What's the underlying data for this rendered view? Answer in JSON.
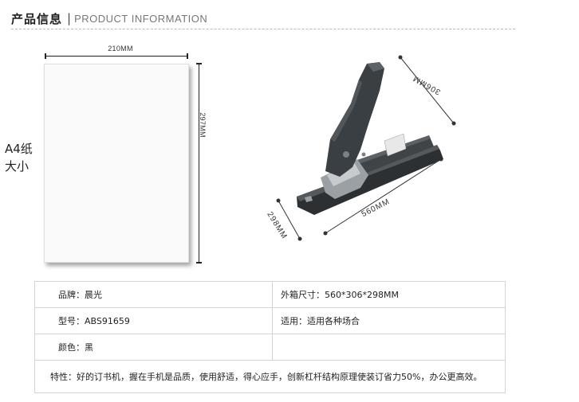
{
  "header": {
    "title_cn": "产品信息",
    "separator": "|",
    "title_en": "PRODUCT INFORMATION"
  },
  "paper": {
    "label_line1": "A4纸",
    "label_line2": "大小",
    "width_label": "210MM",
    "height_label": "297MM"
  },
  "stapler": {
    "height_label": "306MM",
    "length_label": "560MM",
    "width_label": "298MM"
  },
  "specs": {
    "brand": "品牌：晨光",
    "box_size": "外箱尺寸：560*306*298MM",
    "model": "型号：ABS91659",
    "usage": "适用：适用各种场合",
    "color": "颜色：黑",
    "feature": "特性：好的订书机，握在手机是品质，使用舒适，得心应手，创新杠杆结构原理使装订省力50%，办公更高效。"
  },
  "colors": {
    "stapler_body": "#3f4448",
    "stapler_dark": "#2c3033",
    "paper": "#fafafa",
    "table_border": "#d4d4d4",
    "header_rule": "#b9b9b9"
  }
}
